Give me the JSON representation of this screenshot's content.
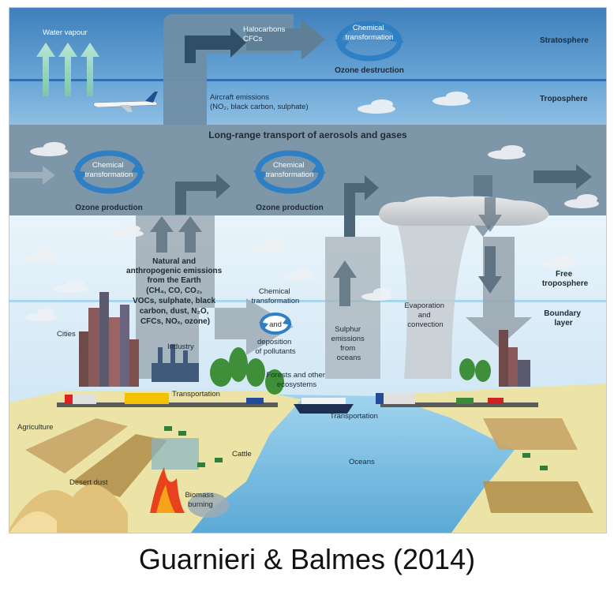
{
  "caption": "Guarnieri & Balmes (2014)",
  "zones": {
    "stratosphere": "Stratosphere",
    "troposphere": "Troposphere",
    "free_troposphere": [
      "Free",
      "troposphere"
    ],
    "boundary_layer": [
      "Boundary",
      "layer"
    ]
  },
  "labels": {
    "water_vapour": "Water vapour",
    "halocarbons": [
      "Halocarbons",
      "CFCs"
    ],
    "chem_transformation": [
      "Chemical",
      "transformation"
    ],
    "ozone_destruction": "Ozone destruction",
    "aircraft_emissions": [
      "Aircraft emissions",
      "(NO₂, black carbon, sulphate)"
    ],
    "long_range_transport": "Long-range transport of aerosols and gases",
    "ozone_production": "Ozone production",
    "natural_emissions": [
      "Natural and",
      "anthropogenic emissions",
      "from the Earth",
      "(CH₄, CO, CO₂,",
      "VOCs, sulphate, black",
      "carbon, dust, N₂O,",
      "CFCs, NOₓ, ozone)"
    ],
    "chem_transformation_dep": [
      "Chemical",
      "transformation"
    ],
    "and": "and",
    "deposition": [
      "deposition",
      "of pollutants"
    ],
    "sulphur_emissions": [
      "Sulphur",
      "emissions",
      "from",
      "oceans"
    ],
    "evaporation": [
      "Evaporation",
      "and",
      "convection"
    ],
    "cities": "Cities",
    "industry": "Industry",
    "forests": [
      "Forests and other",
      "ecosystems"
    ],
    "transportation_land": "Transportation",
    "transportation_sea": "Transportation",
    "agriculture": "Agriculture",
    "cattle": "Cattle",
    "oceans": "Oceans",
    "desert_dust": "Desert dust",
    "biomass_burning": [
      "Biomass",
      "burning"
    ]
  },
  "colors": {
    "stratosphere": "#4f8fc4",
    "troposphere_band": "#6d8aa0",
    "sky_light": "#d9ecf7",
    "arrow_dark": "#5f7586",
    "arrow_light": "#9fabb5",
    "cycle_arrow": "#2e7fc4",
    "ocean": "#7ec4e6",
    "land": "#e8e0a0"
  }
}
